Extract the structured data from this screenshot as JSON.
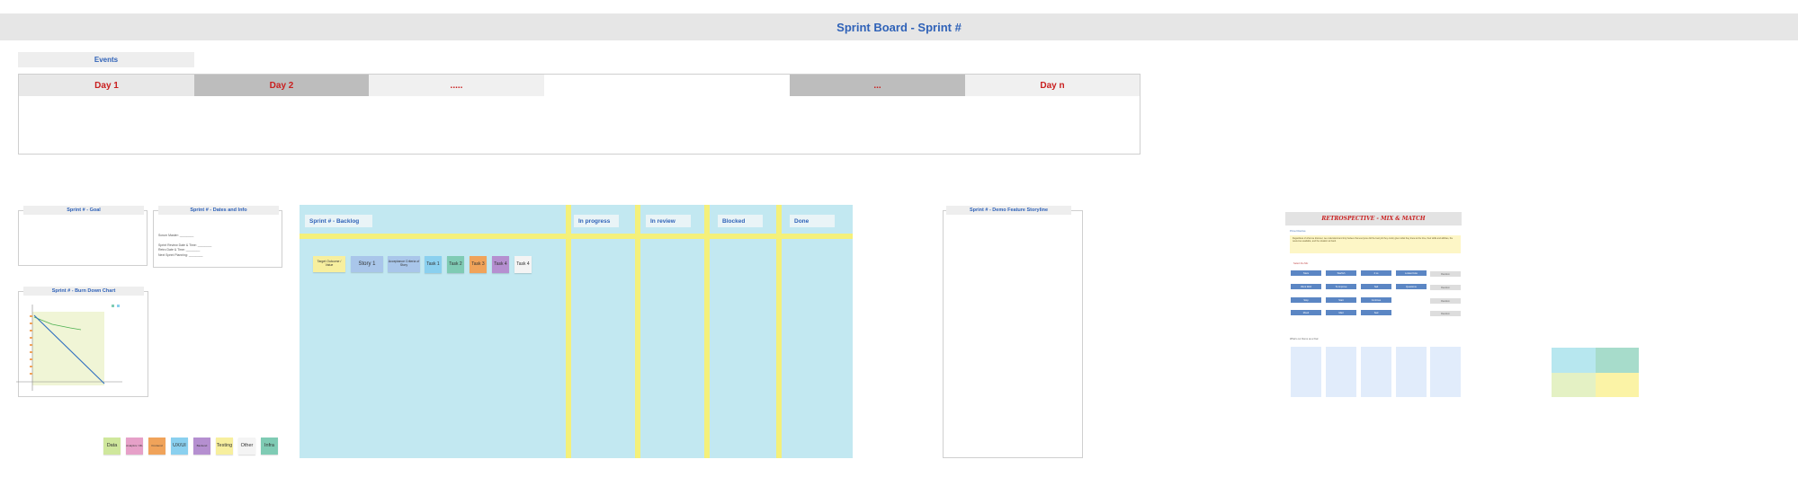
{
  "board_title": "Sprint Board - Sprint #",
  "events": {
    "header": "Events",
    "days": [
      "Day 1",
      "Day 2",
      ".....",
      "",
      "...",
      "Day n"
    ]
  },
  "goal_card": {
    "title": "Sprint # - Goal"
  },
  "dates_card": {
    "title": "Sprint # - Dates and Info",
    "lines": [
      "Scrum Master: ________",
      "Sprint Review Date & Time: ________",
      "Retro Date & Time: ________",
      "Next Sprint Planning: ________"
    ]
  },
  "burndown_card": {
    "title": "Sprint # - Burn Down Chart"
  },
  "backlog": {
    "title": "Sprint # - Backlog",
    "columns": [
      "In progress",
      "In review",
      "Blocked",
      "Done"
    ],
    "stickies": [
      {
        "label": "Target Outcome / Value",
        "color": "#f7ef9e"
      },
      {
        "label": "Story 1",
        "color": "#a9c6ea"
      },
      {
        "label": "Acceptance Criteria of Story",
        "color": "#a9c6ea"
      },
      {
        "label": "Task 1",
        "color": "#8ad0ef"
      },
      {
        "label": "Task 2",
        "color": "#7fcbb4"
      },
      {
        "label": "Task 3",
        "color": "#f0a35a"
      },
      {
        "label": "Task 4",
        "color": "#b58fd0"
      },
      {
        "label": "Task 4",
        "color": "#f4f4f4"
      }
    ]
  },
  "legend": [
    {
      "label": "Data",
      "color": "#cfe79c"
    },
    {
      "label": "Analytics / ML",
      "color": "#e6a0c8"
    },
    {
      "label": "Frontend",
      "color": "#f0a35a"
    },
    {
      "label": "UX/UI",
      "color": "#8ad0ef"
    },
    {
      "label": "Backend",
      "color": "#b58fd0"
    },
    {
      "label": "Testing",
      "color": "#f7ef9e"
    },
    {
      "label": "Other",
      "color": "#f4f4f4"
    },
    {
      "label": "Infra",
      "color": "#7fcbb4"
    }
  ],
  "demo_card": {
    "title": "Sprint # - Demo Feature Storyline"
  },
  "retro": {
    "title": "RETROSPECTIVE - MIX & MATCH",
    "directive_label": "Prime Directive",
    "directive_text": "Regardless of what we discover, we understand and truly believe that everyone did the best job they could, given what they knew at the time, their skills and abilities, the resources available, and the situation at hand.",
    "select_label": "Select the Mix",
    "buttons": [
      "Stars",
      "Starfish",
      "4 Ls",
      "Looked Like",
      "Went Well",
      "To Improve",
      "Sail",
      "Questions",
      "Stop",
      "Start",
      "Continue",
      "Mood",
      "Mad",
      "Sad"
    ],
    "side_buttons": [
      "Random",
      "Random",
      "Random",
      "Random"
    ],
    "ideas_label": "What's our theme as a final"
  }
}
